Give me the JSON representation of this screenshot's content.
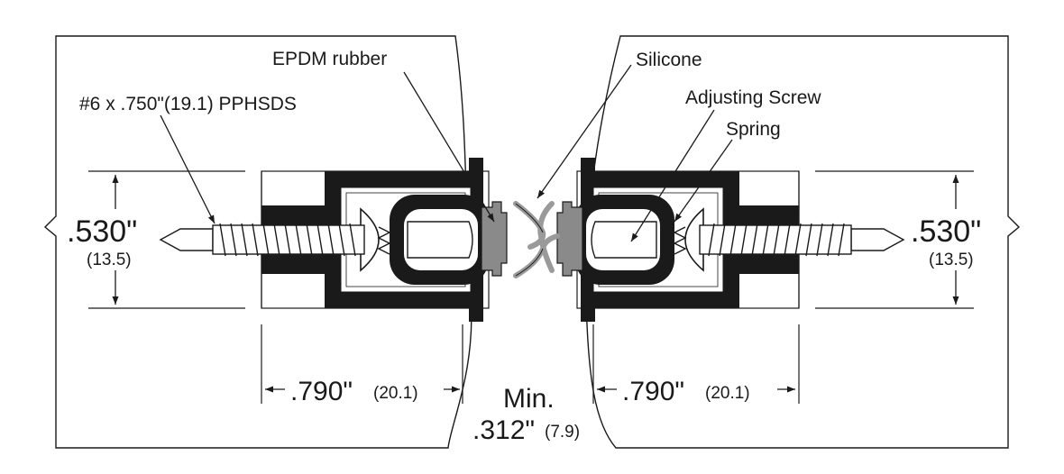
{
  "callouts": {
    "screw_spec": "#6 x .750\"(19.1) PPHSDS",
    "epdm": "EPDM rubber",
    "silicone": "Silicone",
    "adjusting_screw": "Adjusting Screw",
    "spring": "Spring"
  },
  "dimensions": {
    "height_left": {
      "main": ".530\"",
      "metric": "(13.5)"
    },
    "height_right": {
      "main": ".530\"",
      "metric": "(13.5)"
    },
    "depth_left": {
      "main": ".790\"",
      "metric": "(20.1)"
    },
    "depth_right": {
      "main": ".790\"",
      "metric": "(20.1)"
    },
    "gap": {
      "line1": "Min.",
      "main": ".312\"",
      "metric": "(7.9)"
    }
  },
  "colors": {
    "ink": "#1a1a1a",
    "rubber": "#8a8a8a",
    "silicone": "#9a9a9a",
    "background": "#ffffff"
  }
}
